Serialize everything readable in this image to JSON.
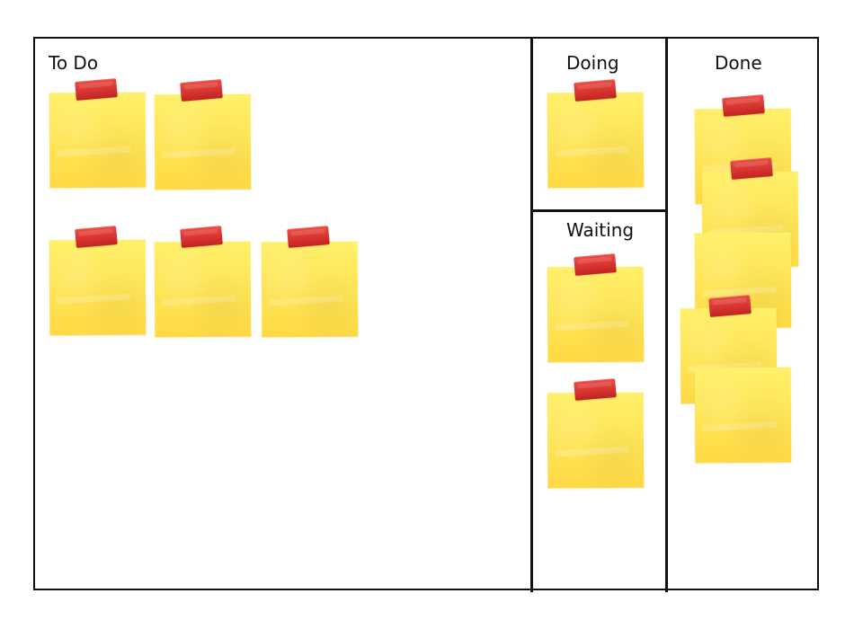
{
  "board": {
    "columns": {
      "todo": {
        "title": "To Do"
      },
      "doing": {
        "title": "Doing"
      },
      "waiting": {
        "title": "Waiting"
      },
      "done": {
        "title": "Done"
      }
    }
  },
  "colors": {
    "border": "#111111",
    "note": "#ffe35a",
    "tape": "#d9362f",
    "background": "#ffffff"
  }
}
